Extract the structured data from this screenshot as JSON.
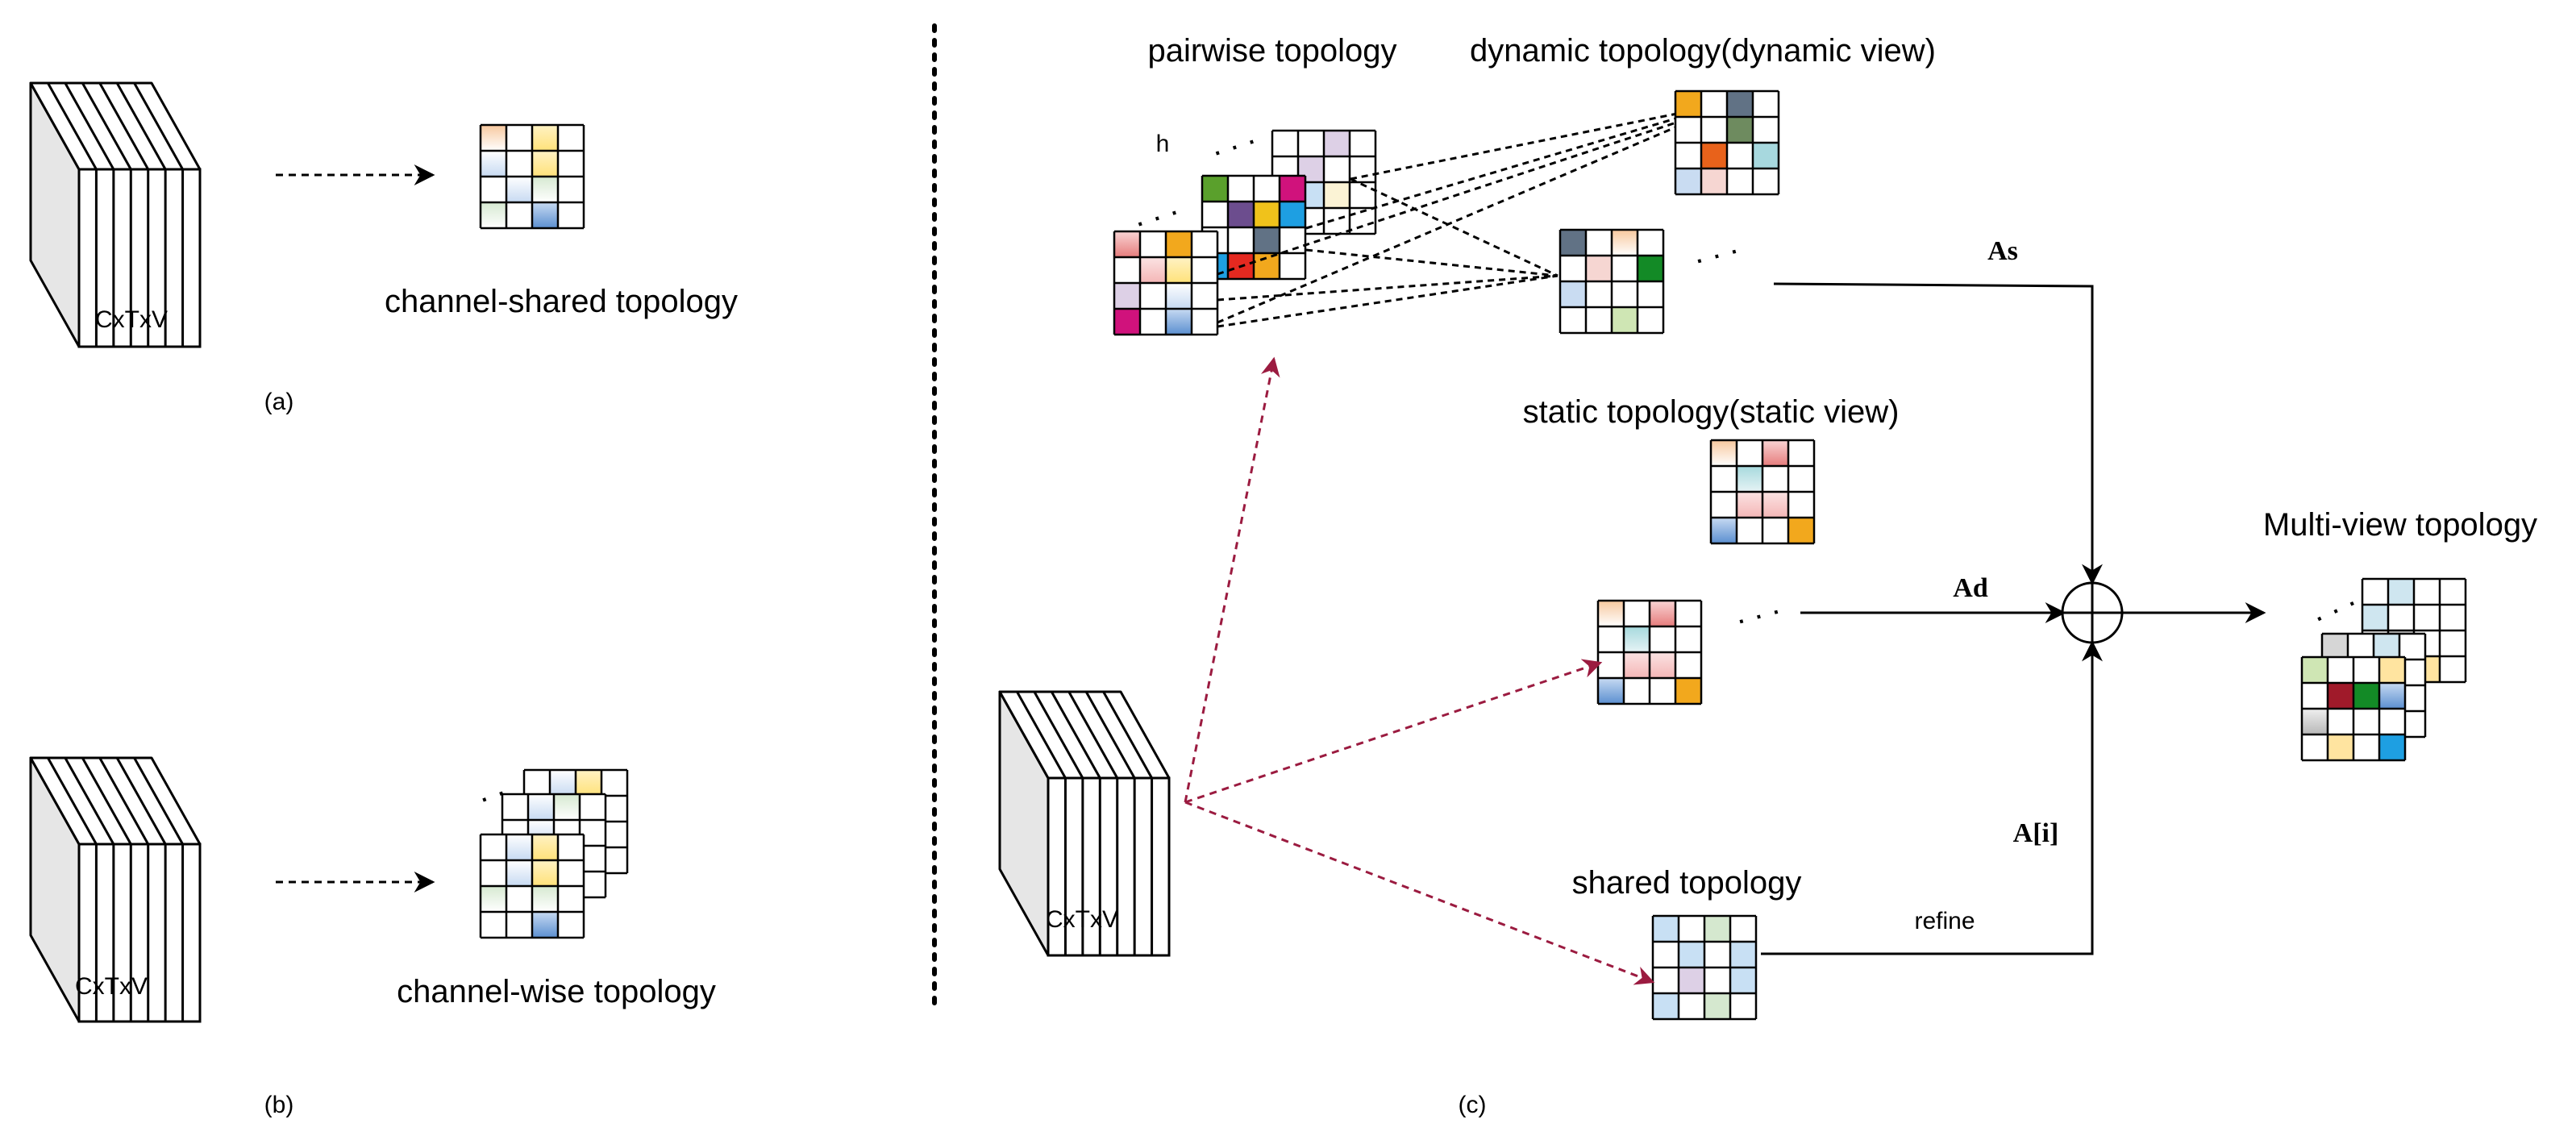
{
  "panel_a": {
    "tensor_label": "CxTxV",
    "topology_label": "channel-shared topology",
    "caption": "(a)"
  },
  "panel_b": {
    "tensor_label": "CxTxV",
    "topology_label": "channel-wise topology",
    "caption": "(b)"
  },
  "panel_c": {
    "tensor_label": "CxTxV",
    "pairwise_label": "pairwise topology",
    "h_label": "h",
    "dynamic_label": "dynamic topology(dynamic view)",
    "static_label": "static topology(static view)",
    "shared_label": "shared topology",
    "refine_label": "refine",
    "as_label": "As",
    "ad_label": "Ad",
    "ai_label": "A[i]",
    "multiview_label": "Multi-view topology",
    "caption": "(c)"
  },
  "colors": {
    "dotted_divider": "#000000",
    "projection_arrow": "#9b1b40",
    "matrix_grid": "#000000"
  }
}
